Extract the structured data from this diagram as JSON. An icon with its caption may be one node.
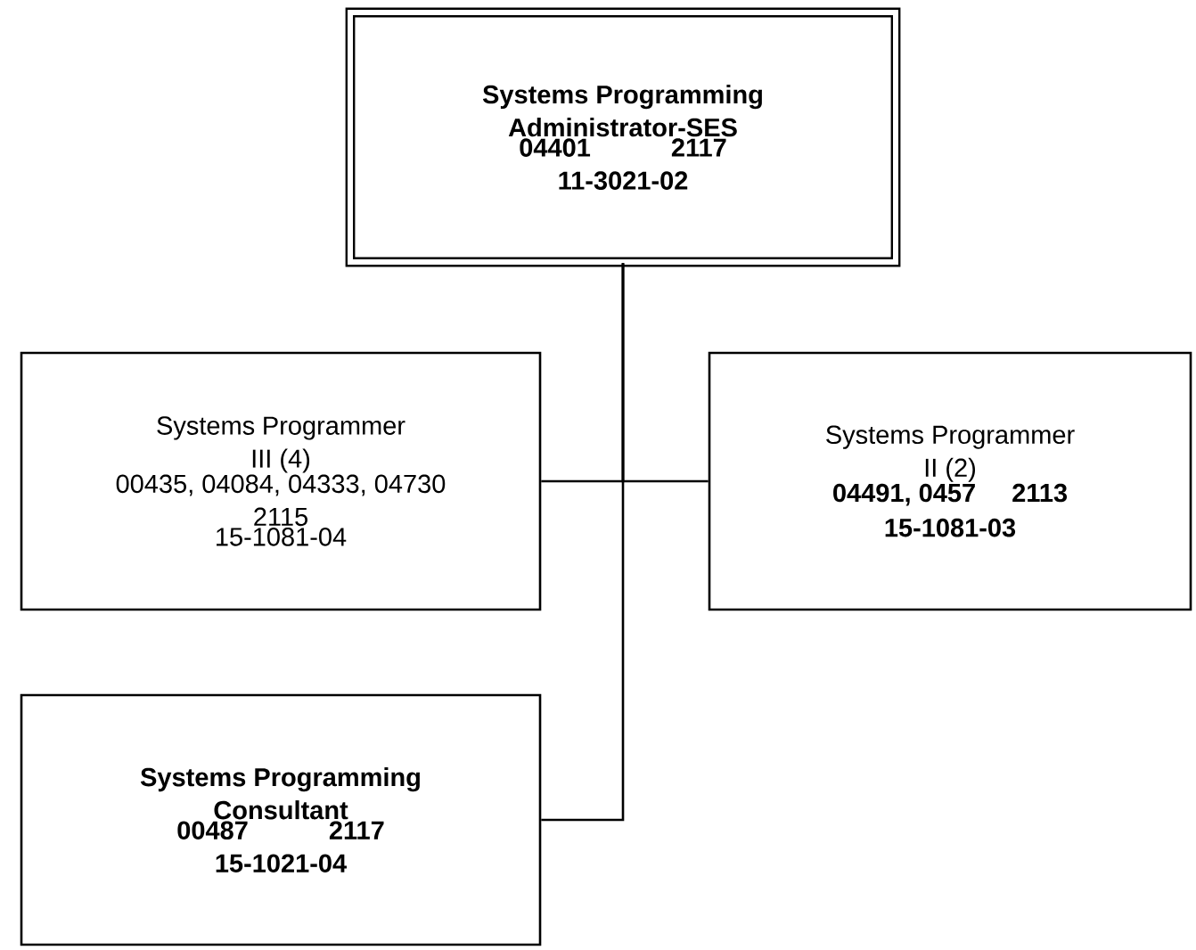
{
  "diagram": {
    "nodes": [
      {
        "text": [
          "Systems Programming Administrator-SES",
          "04401",
          "2117",
          "11-3021-02"
        ]
      },
      {
        "text": [
          "Systems Programmer III (4)",
          "00435, 04084, 04333, 04730",
          "2115",
          "15-1081-04"
        ]
      },
      {
        "text": [
          "Systems Programmer II (2)",
          "04491, 0457",
          "2113",
          "15-1081-03"
        ]
      },
      {
        "text": [
          "Systems Programming Consultant",
          "00487",
          "2117",
          "15-1021-04"
        ]
      }
    ],
    "edges": [
      {
        "from": 0,
        "to": 1,
        "arrow": "none"
      },
      {
        "from": 0,
        "to": 2,
        "arrow": "none"
      },
      {
        "from": 0,
        "to": 3,
        "arrow": "none"
      }
    ]
  }
}
